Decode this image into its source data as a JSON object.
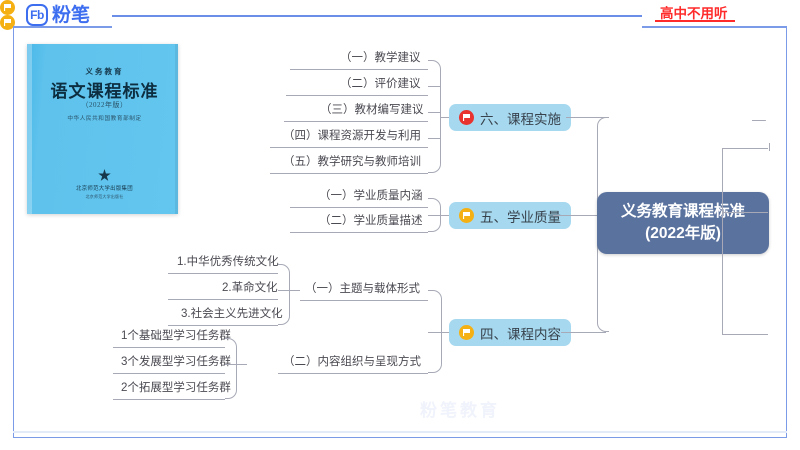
{
  "header": {
    "brand_badge": "Fb",
    "brand_name": "粉笔",
    "brand_color": "#3d6ef0",
    "note": "高中不用听",
    "note_color": "#ff2b2b"
  },
  "book": {
    "superscript": "义务教育",
    "title": "语文课程标准",
    "edition": "（2022年版）",
    "publisher": "中华人民共和国教育部制定",
    "press_line1": "北京师范大学出版集团",
    "press_line2": "北京师范大学出版社",
    "cover_color": "#5ec2ec"
  },
  "center": {
    "line1": "义务教育课程标准",
    "line2": "(2022年版)",
    "color": "#5a729e"
  },
  "chapters": [
    {
      "id": "ch6",
      "label": "六、课程实施",
      "flag": "flag-icon-red",
      "flag_color": "#e8332f",
      "node_color": "#a6d9ef",
      "children": [
        {
          "label": "（一）教学建议",
          "flag": "flag-icon-yellow"
        },
        {
          "label": "（二）评价建议",
          "flag": "flag-icon-yellow"
        },
        {
          "label": "（三）教材编写建议",
          "flag": ""
        },
        {
          "label": "（四）课程资源开发与利用",
          "flag": ""
        },
        {
          "label": "（五）教学研究与教师培训",
          "flag": ""
        }
      ]
    },
    {
      "id": "ch5",
      "label": "五、学业质量",
      "flag": "flag-icon-yellow",
      "flag_color": "#f5b014",
      "node_color": "#a6d9ef",
      "children": [
        {
          "label": "（一）学业质量内涵",
          "flag": ""
        },
        {
          "label": "（二）学业质量描述",
          "flag": ""
        }
      ]
    },
    {
      "id": "ch4",
      "label": "四、课程内容",
      "flag": "flag-icon-yellow",
      "flag_color": "#f5b014",
      "node_color": "#a6d9ef",
      "children": [
        {
          "label": "（一）主题与载体形式",
          "flag": ""
        },
        {
          "label": "（二）内容组织与呈现方式",
          "flag": ""
        }
      ]
    }
  ],
  "theme_items": [
    {
      "label": "1.中华优秀传统文化"
    },
    {
      "label": "2.革命文化"
    },
    {
      "label": "3.社会主义先进文化"
    }
  ],
  "task_group_items": [
    {
      "label": "1个基础型学习任务群"
    },
    {
      "label": "3个发展型学习任务群"
    },
    {
      "label": "2个拓展型学习任务群"
    }
  ],
  "watermark": "粉笔教育"
}
